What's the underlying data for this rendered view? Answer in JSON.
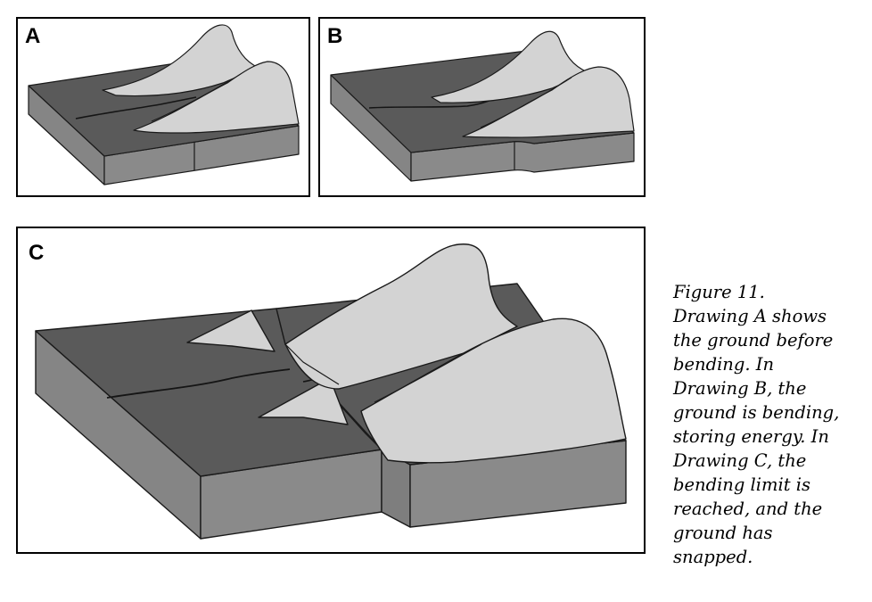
{
  "panels": {
    "a": {
      "label": "A"
    },
    "b": {
      "label": "B"
    },
    "c": {
      "label": "C"
    }
  },
  "caption": {
    "lines": [
      "Figure 11.",
      "Drawing A shows",
      "the ground before",
      "bending. In",
      "Drawing B, the",
      "ground is bending,",
      "storing energy. In",
      "Drawing C, the",
      "bending limit is",
      "reached, and the",
      "ground has",
      "snapped."
    ]
  },
  "colors": {
    "ground_top": "#5a5a5a",
    "block_side": "#858585",
    "mountain": "#d3d3d3",
    "outline": "#1a1a1a"
  }
}
